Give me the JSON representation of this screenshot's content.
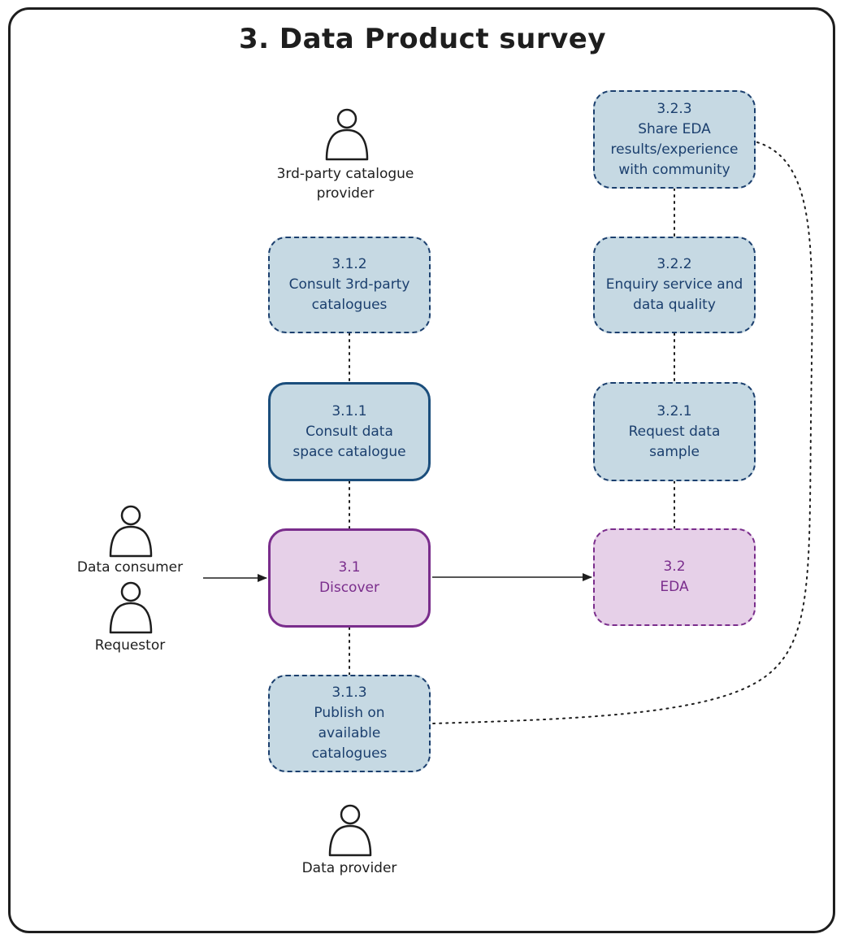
{
  "title": "3. Data Product survey",
  "boxes": {
    "b_3_1_2": {
      "num": "3.1.2",
      "label": "Consult 3rd-party\ncatalogues"
    },
    "b_3_1_1": {
      "num": "3.1.1",
      "label": "Consult data\nspace catalogue"
    },
    "b_3_1": {
      "num": "3.1",
      "label": "Discover"
    },
    "b_3_1_3": {
      "num": "3.1.3",
      "label": "Publish on\navailable\ncatalogues"
    },
    "b_3_2_3": {
      "num": "3.2.3",
      "label": "Share EDA\nresults/experience\nwith community"
    },
    "b_3_2_2": {
      "num": "3.2.2",
      "label": "Enquiry service and\ndata quality"
    },
    "b_3_2_1": {
      "num": "3.2.1",
      "label": "Request data\nsample"
    },
    "b_3_2": {
      "num": "3.2",
      "label": "EDA"
    }
  },
  "actors": {
    "catalogue_provider": "3rd-party catalogue\nprovider",
    "data_consumer": "Data consumer",
    "requestor": "Requestor",
    "data_provider": "Data provider"
  },
  "colors": {
    "blue_fill": "#c6d9e3",
    "blue_stroke": "#1b3f6e",
    "purple_fill": "#e6d0e8",
    "purple_stroke": "#7a2d8c",
    "ink": "#1e1e1e"
  }
}
